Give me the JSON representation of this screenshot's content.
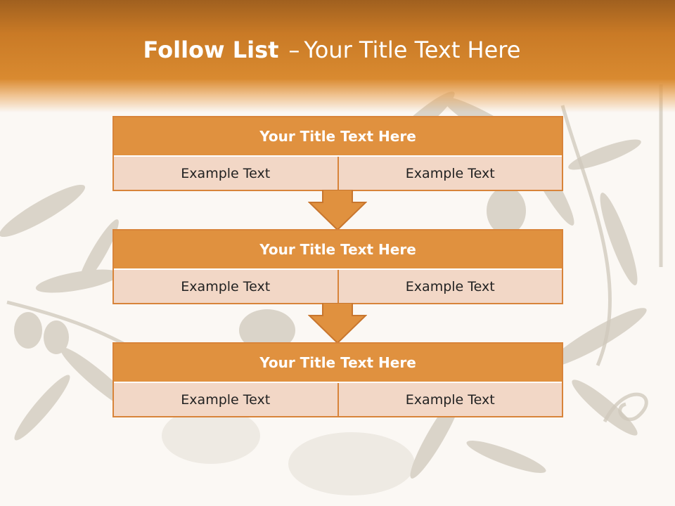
{
  "slide": {
    "title_bold": "Follow List",
    "title_separator": "–",
    "title_rest": "Your Title Text Here"
  },
  "blocks": [
    {
      "title": "Your Title Text Here",
      "left": "Example Text",
      "right": "Example Text"
    },
    {
      "title": "Your Title Text Here",
      "left": "Example Text",
      "right": "Example Text"
    },
    {
      "title": "Your Title Text Here",
      "left": "Example Text",
      "right": "Example Text"
    }
  ],
  "colors": {
    "header": "#c97a26",
    "block_title": "#e0913f",
    "block_body": "#f2d7c6",
    "arrow": "#e0913f"
  }
}
